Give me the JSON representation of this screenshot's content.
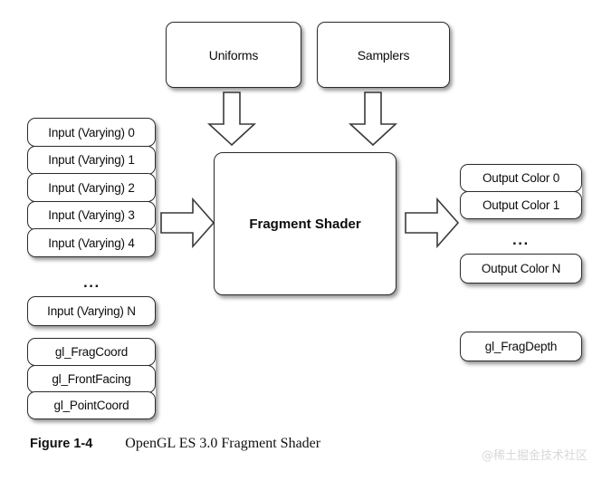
{
  "figure": {
    "label": "Figure 1-4",
    "title": "OpenGL ES 3.0 Fragment Shader",
    "watermark": "@稀土掘金技术社区"
  },
  "top_inputs": [
    {
      "label": "Uniforms"
    },
    {
      "label": "Samplers"
    }
  ],
  "left_inputs": {
    "varying_group": [
      {
        "label": "Input (Varying) 0"
      },
      {
        "label": "Input (Varying) 1"
      },
      {
        "label": "Input (Varying) 2"
      },
      {
        "label": "Input (Varying) 3"
      },
      {
        "label": "Input (Varying) 4"
      }
    ],
    "ellipsis": "...",
    "varying_last": {
      "label": "Input (Varying) N"
    },
    "builtin_group": [
      {
        "label": "gl_FragCoord"
      },
      {
        "label": "gl_FrontFacing"
      },
      {
        "label": "gl_PointCoord"
      }
    ]
  },
  "stage": {
    "label": "Fragment Shader"
  },
  "right_outputs": {
    "color_group": [
      {
        "label": "Output Color 0"
      },
      {
        "label": "Output Color 1"
      }
    ],
    "ellipsis": "...",
    "color_last": {
      "label": "Output Color N"
    },
    "depth": {
      "label": "gl_FragDepth"
    }
  },
  "arrows": [
    {
      "name": "uniforms-to-shader",
      "direction": "down"
    },
    {
      "name": "samplers-to-shader",
      "direction": "down"
    },
    {
      "name": "inputs-to-shader",
      "direction": "right"
    },
    {
      "name": "shader-to-outputs",
      "direction": "right"
    }
  ],
  "colors": {
    "stroke": "#2b2b2b",
    "fill": "#ffffff",
    "text": "#0d0d0d",
    "watermark": "#d8d8d8"
  }
}
